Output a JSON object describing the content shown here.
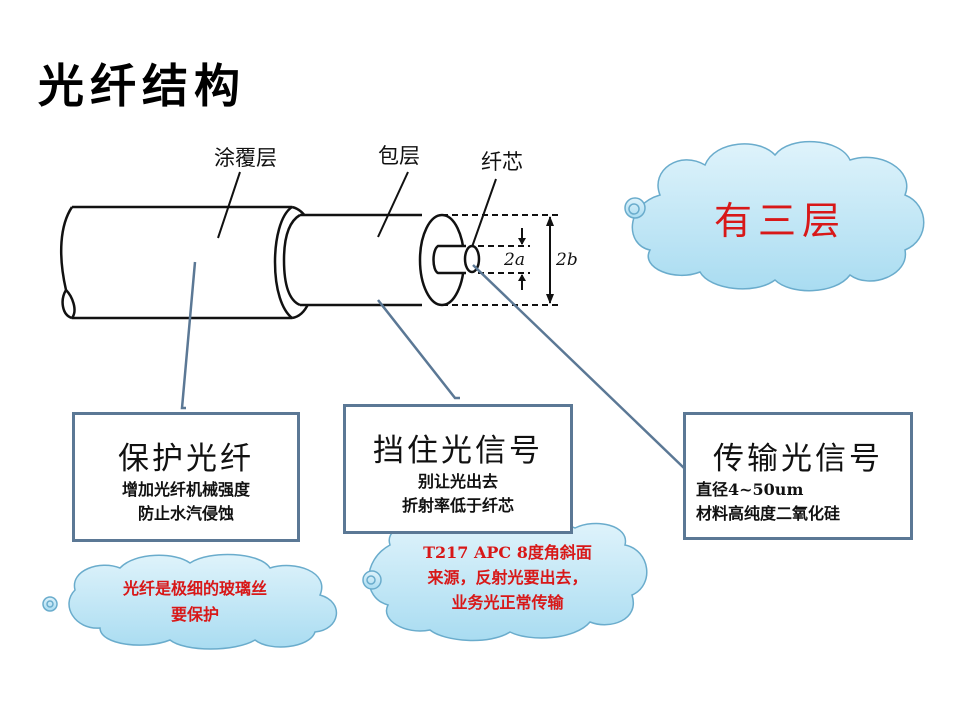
{
  "title": "光纤结构",
  "diagram": {
    "labels": {
      "coating": "涂覆层",
      "cladding": "包层",
      "core": "纤芯",
      "core_diameter": "2a",
      "cladding_diameter": "2b"
    }
  },
  "cloud_main": {
    "text": "有三层"
  },
  "boxes": [
    {
      "heading": "保护光纤",
      "lines": [
        "增加光纤机械强度",
        "防止水汽侵蚀"
      ]
    },
    {
      "heading": "挡住光信号",
      "lines": [
        "别让光出去",
        "折射率低于纤芯"
      ]
    },
    {
      "heading": "传输光信号",
      "lines": [
        "直径4~50um",
        "材料高纯度二氧化硅"
      ]
    }
  ],
  "cloud_left": {
    "lines": [
      "光纤是极细的玻璃丝",
      "要保护"
    ]
  },
  "cloud_middle": {
    "lines": [
      "T217 APC 8度角斜面",
      "来源，反射光要出去，",
      "业务光正常传输"
    ]
  },
  "colors": {
    "connector": "#5b7895",
    "cloud_fill": "#bfe6f6",
    "cloud_stroke": "#6aaccc",
    "note_text": "#d81818"
  }
}
